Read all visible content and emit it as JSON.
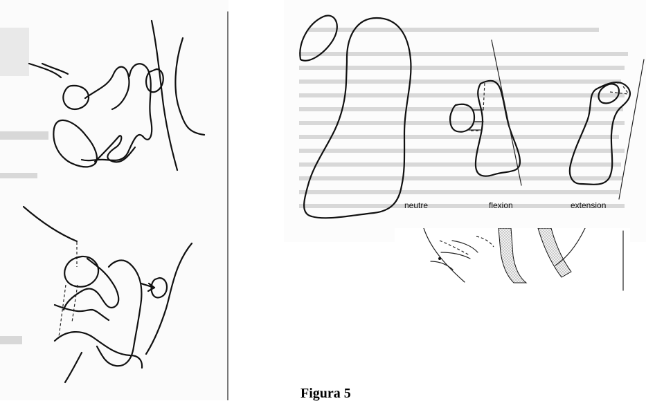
{
  "figure": {
    "caption": "Figura 5",
    "labels": [
      "neutre",
      "flexion",
      "extension"
    ]
  },
  "colors": {
    "ink": "#111111",
    "background_text": "#d8d8d8",
    "dot_fill": "#cfcfcf"
  }
}
